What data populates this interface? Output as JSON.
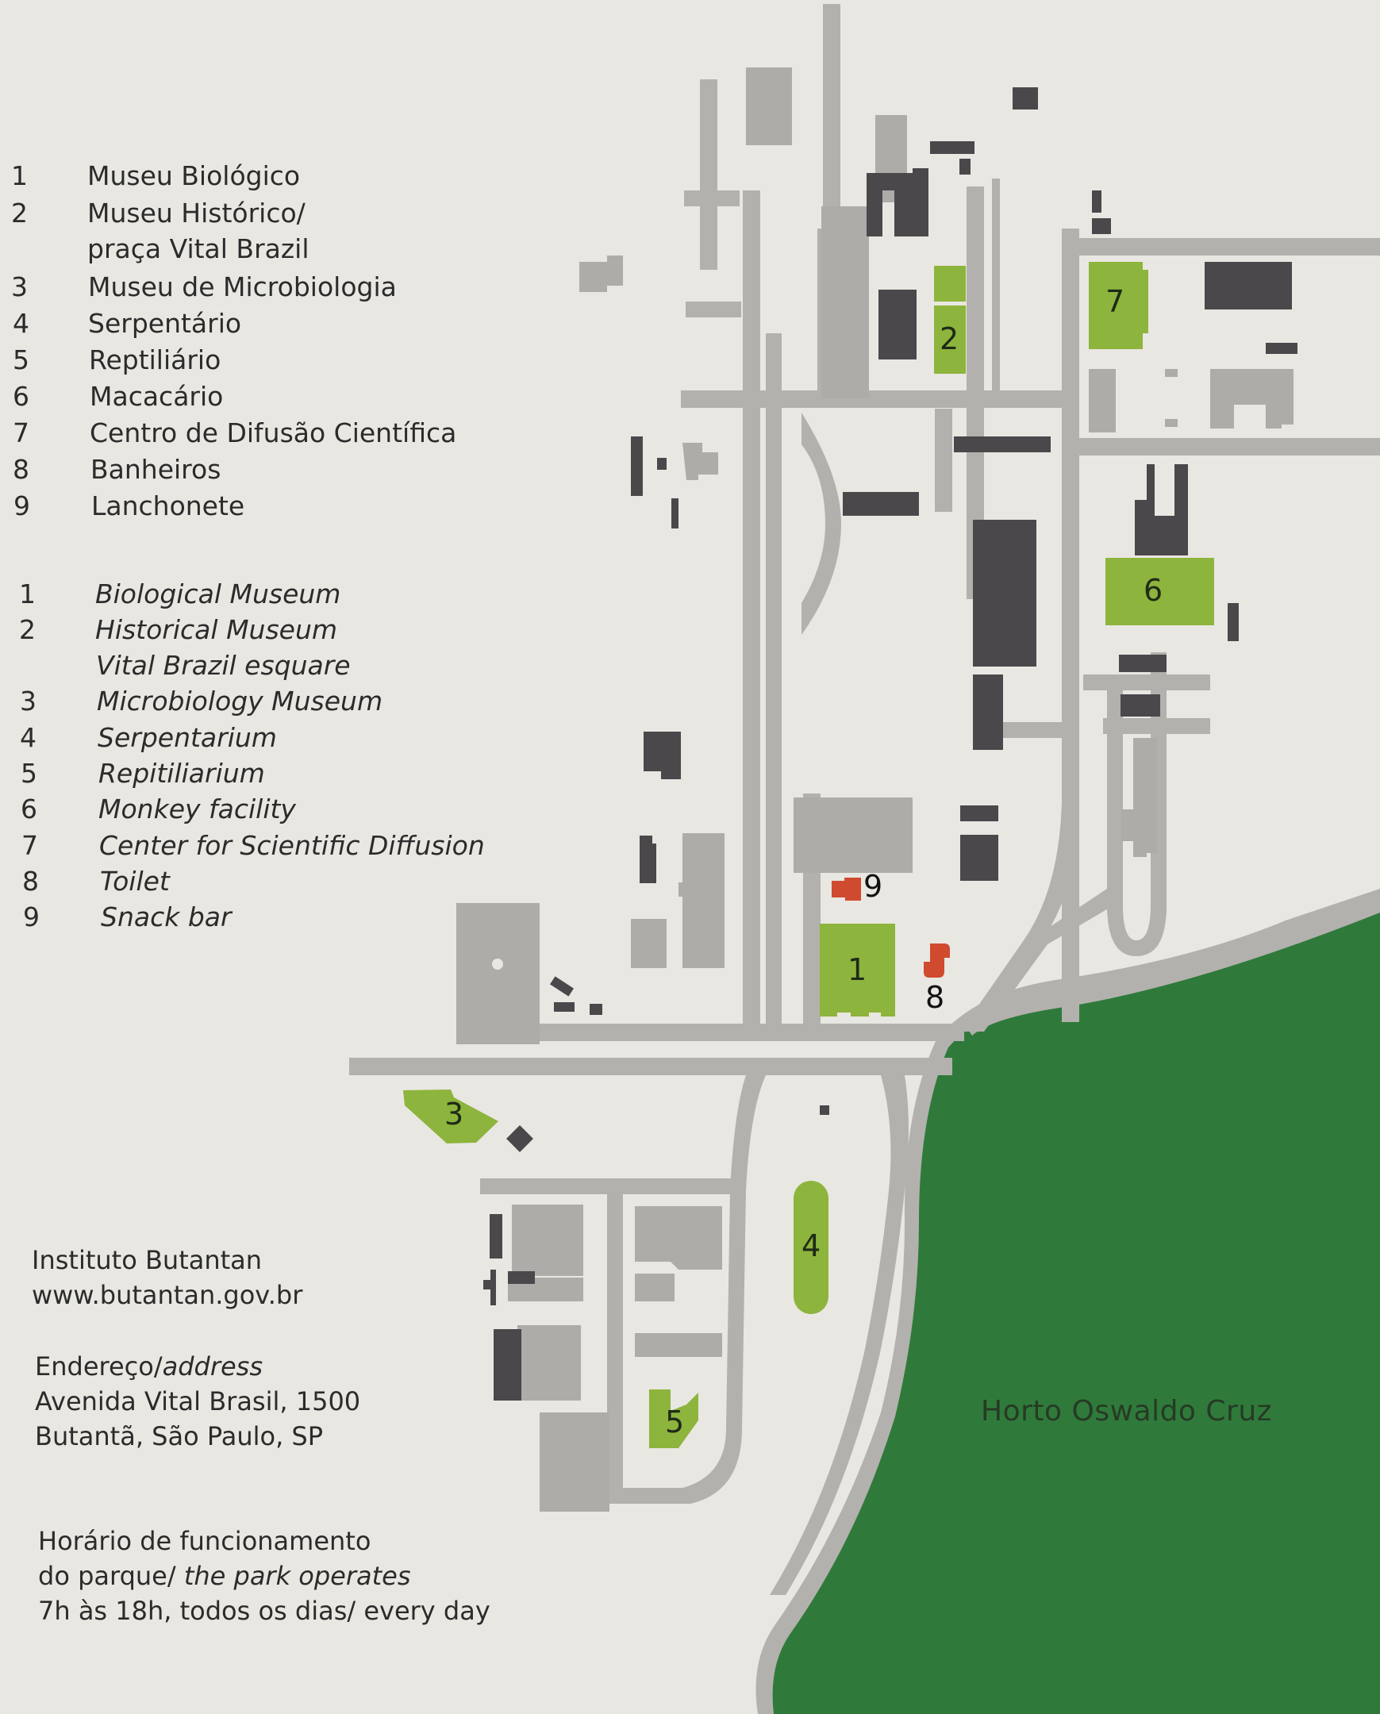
{
  "legend_pt": {
    "items": [
      {
        "num": "1",
        "label": "Museu Biológico"
      },
      {
        "num": "2",
        "label": "Museu Histórico/"
      },
      {
        "num": "",
        "label": "praça Vital Brazil"
      },
      {
        "num": "3",
        "label": "Museu de Microbiologia"
      },
      {
        "num": "4",
        "label": "Serpentário"
      },
      {
        "num": "5",
        "label": "Reptiliário"
      },
      {
        "num": "6",
        "label": "Macacário"
      },
      {
        "num": "7",
        "label": "Centro de Difusão Científica"
      },
      {
        "num": "8",
        "label": "Banheiros"
      },
      {
        "num": "9",
        "label": "Lanchonete"
      }
    ]
  },
  "legend_en": {
    "items": [
      {
        "num": "1",
        "label": "Biological Museum"
      },
      {
        "num": "2",
        "label": "Historical Museum"
      },
      {
        "num": "",
        "label": "Vital Brazil esquare"
      },
      {
        "num": "3",
        "label": "Microbiology Museum"
      },
      {
        "num": "4",
        "label": "Serpentarium"
      },
      {
        "num": "5",
        "label": "Repitiliarium"
      },
      {
        "num": "6",
        "label": "Monkey facility"
      },
      {
        "num": "7",
        "label": "Center for Scientific Diffusion"
      },
      {
        "num": "8",
        "label": "Toilet"
      },
      {
        "num": "9",
        "label": "Snack bar"
      }
    ]
  },
  "info": {
    "institution": "Instituto Butantan",
    "website": "www.butantan.gov.br",
    "address_label_pt": "Endereço/",
    "address_label_en": "address",
    "address_line1": "Avenida Vital Brasil, 1500",
    "address_line2": "Butantã, São Paulo, SP",
    "hours_line1": "Horário de funcionamento",
    "hours_line2_pt": "do parque/ ",
    "hours_line2_en": "the park operates",
    "hours_line3": "7h às 18h, todos os dias/ every day"
  },
  "map": {
    "park_label": "Horto Oswaldo Cruz",
    "poi_labels": {
      "p1": "1",
      "p2": "2",
      "p3": "3",
      "p4": "4",
      "p5": "5",
      "p6": "6",
      "p7": "7",
      "p8": "8",
      "p9": "9"
    },
    "colors": {
      "background": "#e9e7e2",
      "road": "#b3b1ad",
      "building_light": "#aeaca8",
      "building_dark": "#4a484b",
      "poi_green": "#8db43c",
      "facility_red": "#cf4a2e",
      "park_green": "#2f7a3b"
    }
  }
}
